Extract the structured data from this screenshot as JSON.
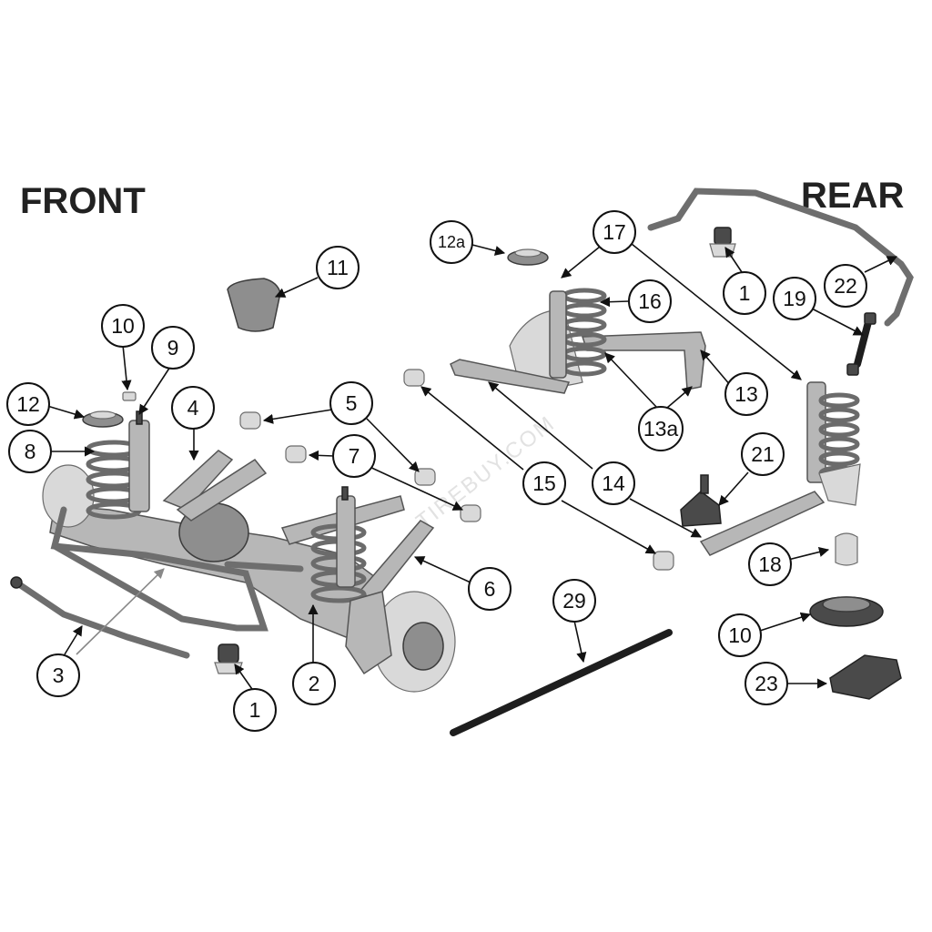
{
  "headings": {
    "front": "FRONT",
    "rear": "REAR"
  },
  "watermark": "TIREBUY.COM",
  "callouts": {
    "c1_front": "1",
    "c2": "2",
    "c3": "3",
    "c4": "4",
    "c5": "5",
    "c6": "6",
    "c7": "7",
    "c8": "8",
    "c9": "9",
    "c10_front": "10",
    "c11": "11",
    "c12": "12",
    "c12a": "12a",
    "c13": "13",
    "c13a": "13a",
    "c14": "14",
    "c15": "15",
    "c16": "16",
    "c17": "17",
    "c18": "18",
    "c19": "19",
    "c1_rear": "1",
    "c21": "21",
    "c22": "22",
    "c10_rear": "10",
    "c23": "23",
    "c29": "29"
  }
}
